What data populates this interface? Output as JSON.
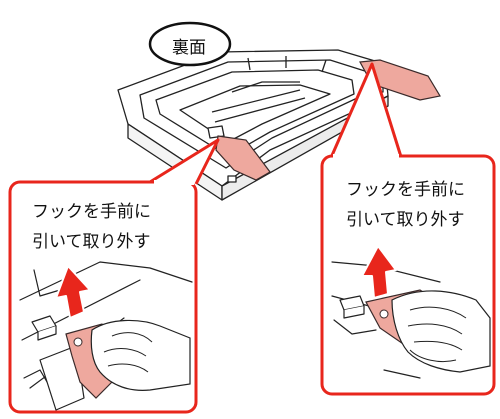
{
  "labels": {
    "view": "裏面",
    "left_line1": "フックを手前に",
    "left_line2": "引いて取り外す",
    "right_line1": "フックを手前に",
    "right_line2": "引いて取り外す"
  },
  "colors": {
    "callout_border": "#e8261c",
    "hook_fill": "#eea89e",
    "hook_stroke": "#3a2a2a",
    "line": "#222222"
  },
  "icons": [
    "up-arrow-icon"
  ]
}
